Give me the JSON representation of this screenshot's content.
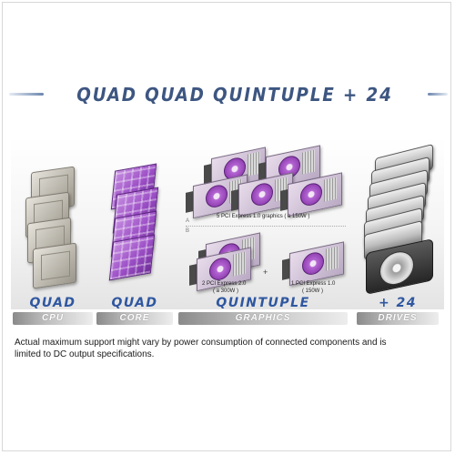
{
  "banner": {
    "title": "QUAD QUAD QUINTUPLE + 24"
  },
  "graphics": {
    "option_a": "A",
    "option_b": "B",
    "five_caption": "5 PCI Express 1.0 graphics ( a 150W )",
    "two_caption_line1": "2 PCI Express 2.0",
    "two_caption_line2": "( a 300W )",
    "plus": "+",
    "one_caption_line1": "1 PCI Express 1.0",
    "one_caption_line2": "( 150W )"
  },
  "labels": {
    "cpu_big": "QUAD",
    "cpu_sub": "CPU",
    "core_big": "QUAD",
    "core_sub": "CORE",
    "graphics_big": "QUINTUPLE",
    "graphics_sub": "GRAPHICS",
    "drives_big": "+ 24",
    "drives_sub": "DRIVES"
  },
  "colors": {
    "accent_blue": "#2f57a0",
    "banner_blue": "#3d5681",
    "core_purple": "#9c4fc6"
  },
  "footnote": "Actual maximum support might vary by power consumption of connected components and is limited to DC output specifications."
}
